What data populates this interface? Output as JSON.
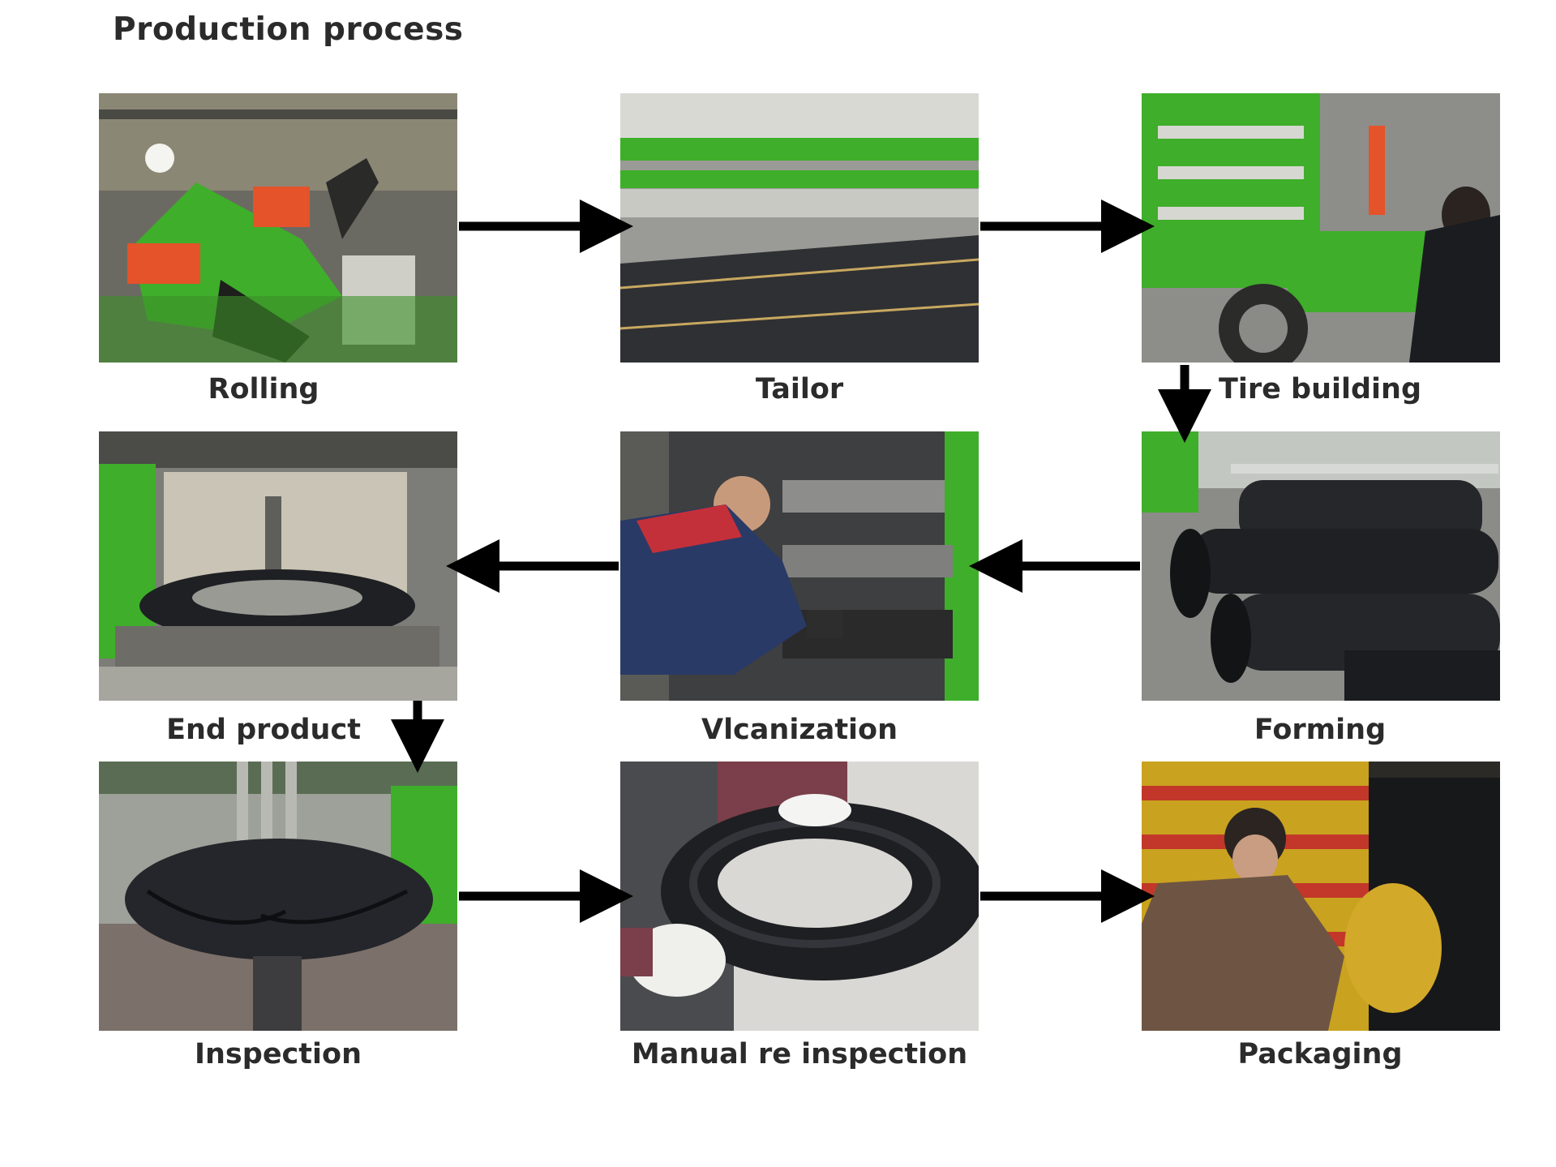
{
  "title": "Production process",
  "steps": {
    "rolling": "Rolling",
    "tailor": "Tailor",
    "tire_building": "Tire building",
    "forming": "Forming",
    "vulcanization": "Vlcanization",
    "end_product": "End product",
    "inspection": "Inspection",
    "manual_reinspection": "Manual re inspection",
    "packaging": "Packaging"
  },
  "flow": [
    "rolling",
    "tailor",
    "tire_building",
    "forming",
    "vulcanization",
    "end_product",
    "inspection",
    "manual_reinspection",
    "packaging"
  ],
  "colors": {
    "machine_green": "#3fae2a",
    "arrow": "#000000",
    "text": "#2b2b2b"
  }
}
